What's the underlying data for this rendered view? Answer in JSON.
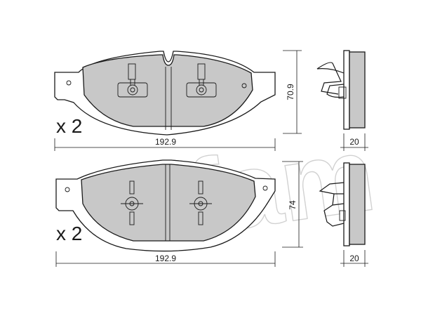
{
  "watermark": "cifam",
  "top_view": {
    "quantity": "x 2",
    "width_label": "192.9",
    "height_label": "70.9",
    "thickness_label": "20"
  },
  "bottom_view": {
    "quantity": "x 2",
    "width_label": "192.9",
    "height_label": "74",
    "thickness_label": "20"
  }
}
